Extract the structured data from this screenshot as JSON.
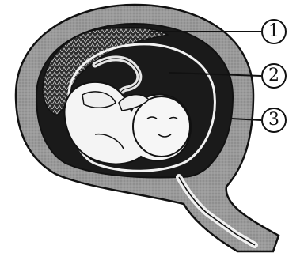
{
  "labels": {
    "marker_1": "1",
    "marker_2": "2",
    "marker_3": "3"
  },
  "colors": {
    "outline": "#111111",
    "uterine_wall": "#9a9a9a",
    "cavity": "#1a1a1a",
    "placenta": "#3a3a3a",
    "fetus_skin": "#f4f4f4"
  }
}
